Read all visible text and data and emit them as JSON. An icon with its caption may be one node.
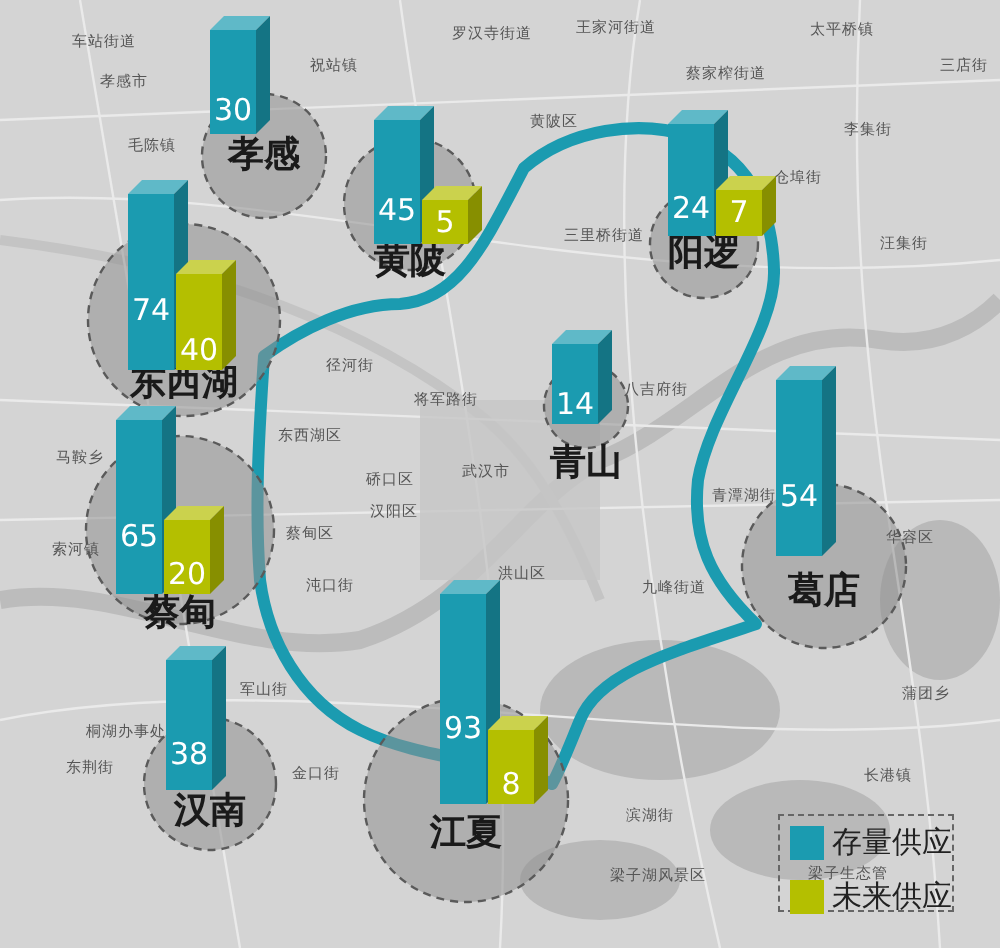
{
  "diagram": {
    "nodes": [
      {
        "text": [
          "孝感"
        ]
      },
      {
        "text": [
          "30"
        ]
      },
      {
        "text": [
          "黄陂"
        ]
      },
      {
        "text": [
          "45"
        ]
      },
      {
        "text": [
          "5"
        ],
        "in": 2
      },
      {
        "text": [
          "阳逻"
        ]
      },
      {
        "text": [
          "24"
        ]
      },
      {
        "text": [
          "7"
        ],
        "in": 5
      },
      {
        "text": [
          "东西湖"
        ]
      },
      {
        "text": [
          "74"
        ]
      },
      {
        "text": [
          "40"
        ],
        "in": 8
      },
      {
        "text": [
          "青山"
        ]
      },
      {
        "text": [
          "14"
        ]
      },
      {
        "text": [
          "蔡甸"
        ]
      },
      {
        "text": [
          "65"
        ]
      },
      {
        "text": [
          "20"
        ],
        "in": 13
      },
      {
        "text": [
          "葛店"
        ]
      },
      {
        "text": [
          "54"
        ]
      },
      {
        "text": [
          "汉南"
        ]
      },
      {
        "text": [
          "38"
        ]
      },
      {
        "text": [
          "江夏"
        ]
      },
      {
        "text": [
          "93"
        ]
      },
      {
        "text": [
          "8"
        ],
        "in": 20
      }
    ],
    "labels": [
      "罗汉寺街道",
      "王家河街道",
      "太平桥镇",
      "车站街道",
      "三店街",
      "蔡家榨街道",
      "祝站镇",
      "孝感市",
      "黄陂区",
      "李集街",
      "毛陈镇",
      "仓埠街",
      "三里桥街道",
      "汪集街",
      "径河街",
      "八吉府街",
      "将军路街",
      "东西湖区",
      "马鞍乡",
      "武汉市",
      "硚口区",
      "青潭湖街",
      "汉阳区",
      "蔡甸区",
      "华容区",
      "索河镇",
      "洪山区",
      "沌口街",
      "九峰街道",
      "军山街",
      "蒲团乡",
      "桐湖办事处",
      "东荆街",
      "金口街",
      "长港镇",
      "滨湖街",
      "梁子湖风景区",
      "梁子生态管"
    ],
    "legend": [
      {
        "text": "存量供应",
        "color": "#1b9bb0"
      },
      {
        "text": "未来供应",
        "color": "#b4bf00"
      }
    ]
  }
}
